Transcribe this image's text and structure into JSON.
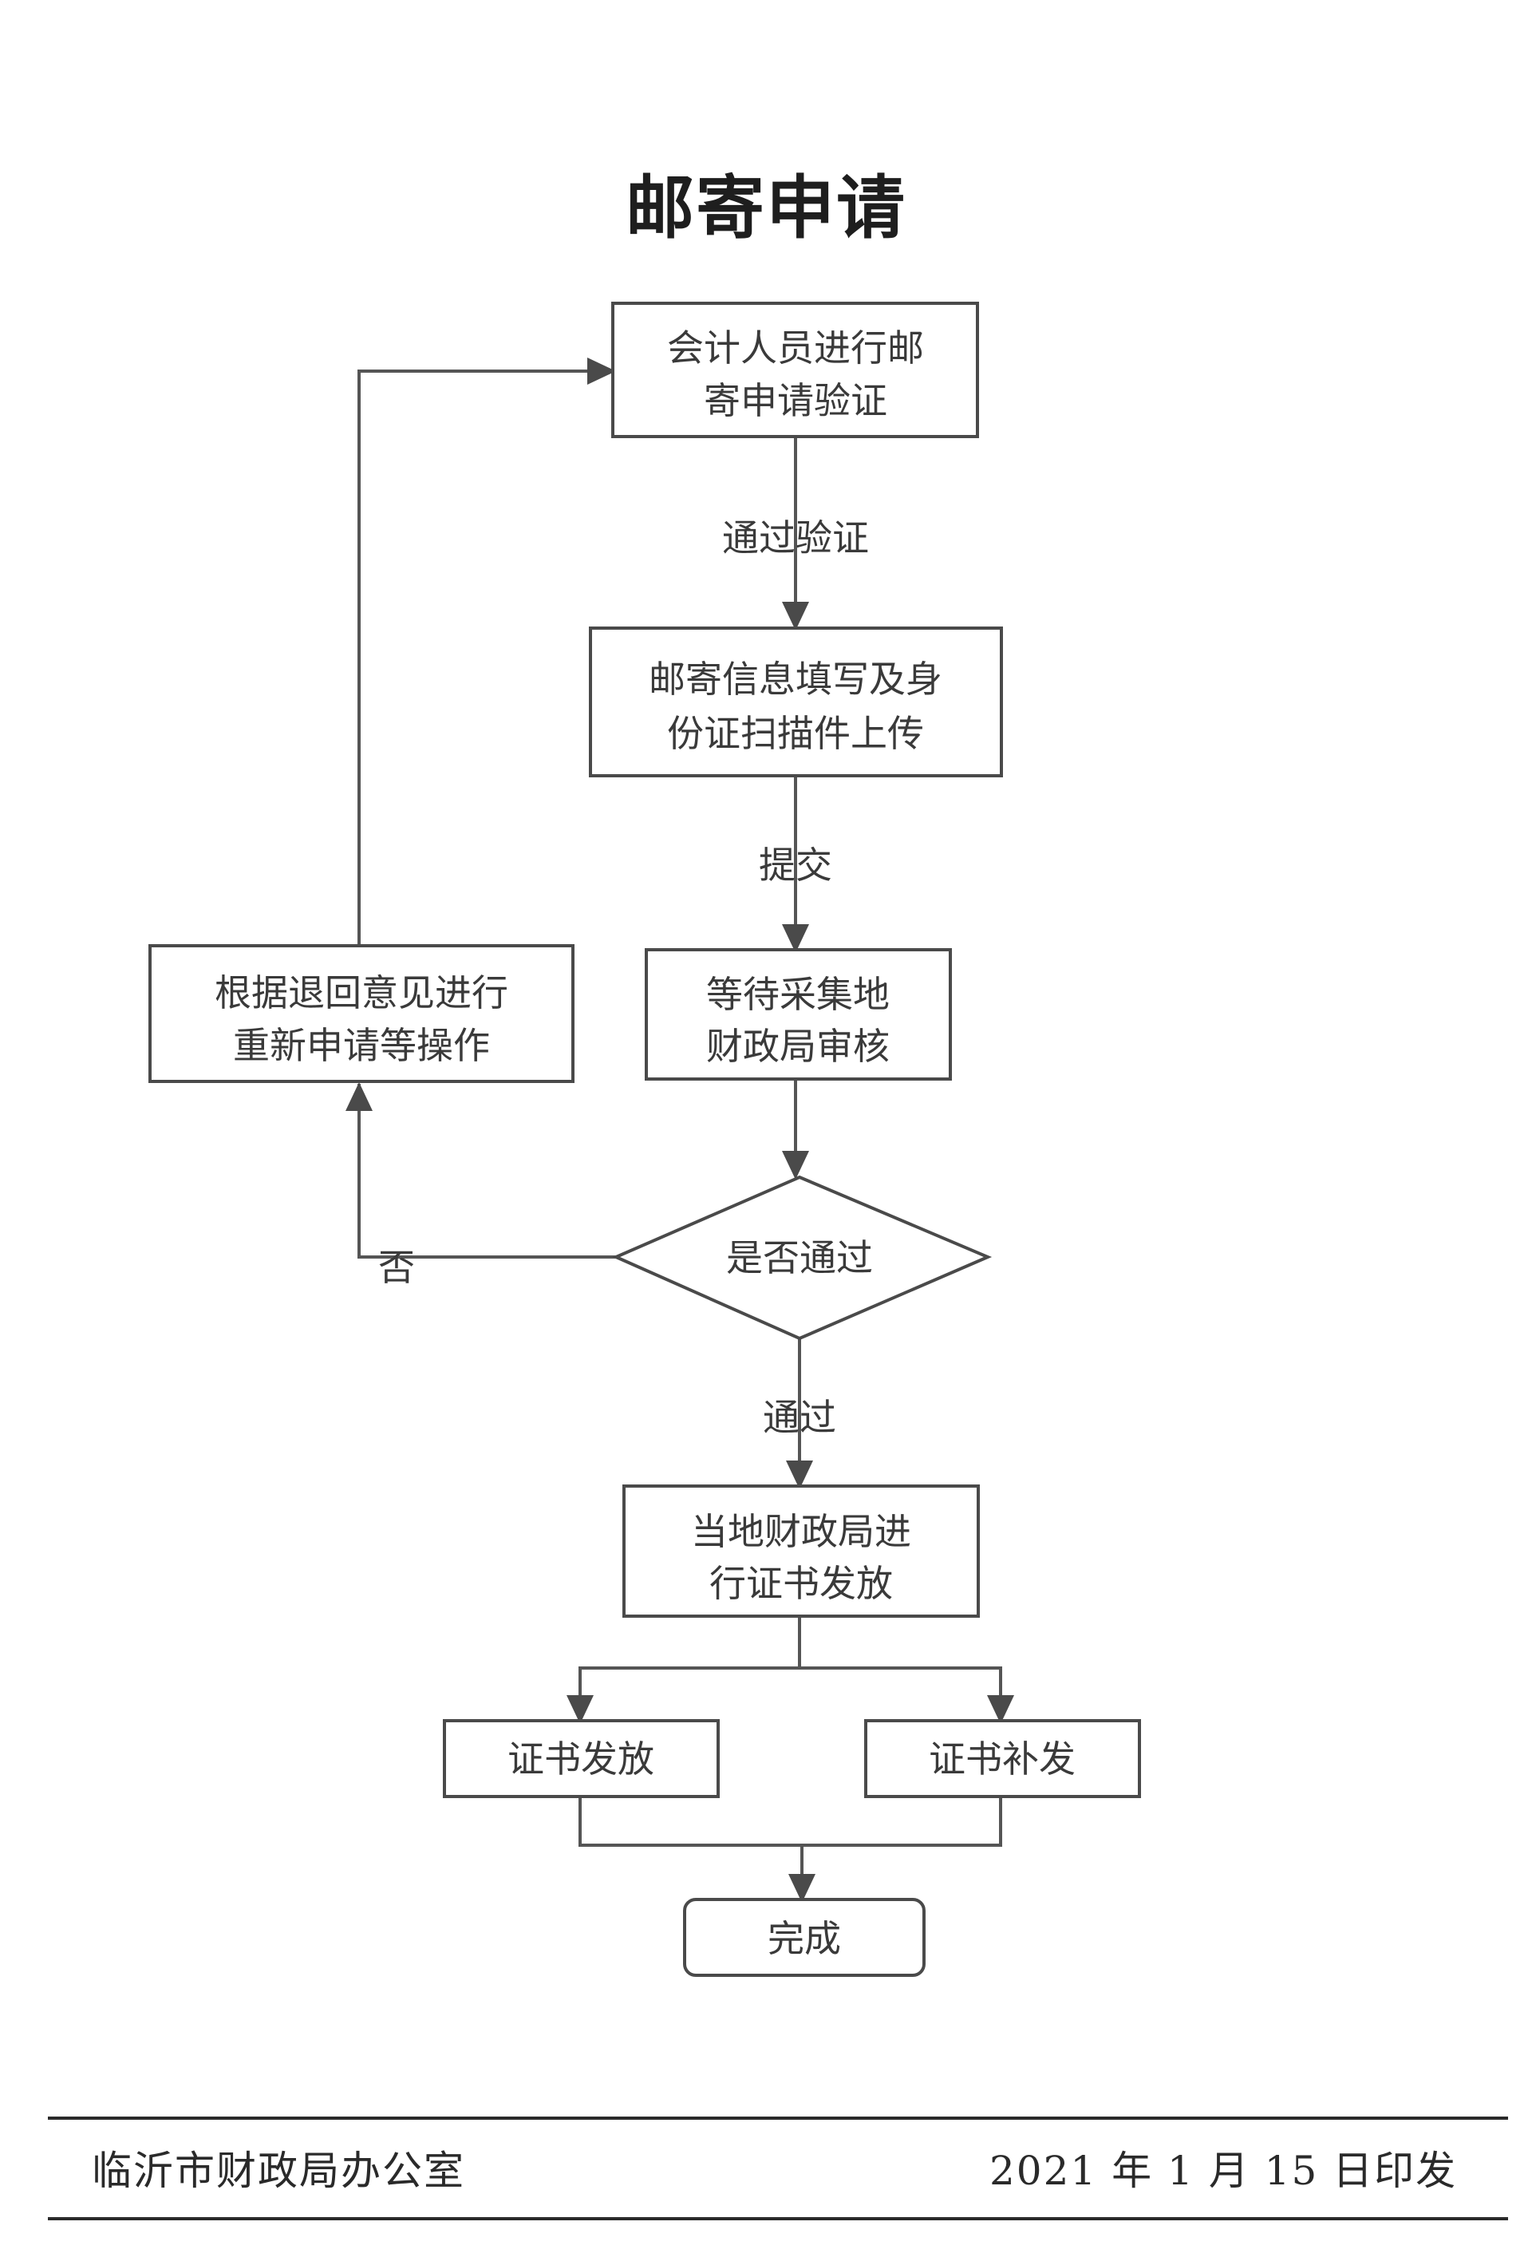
{
  "title": "邮寄申请",
  "nodes": {
    "verify": [
      "会计人员进行邮",
      "寄申请验证"
    ],
    "fill_info": [
      "邮寄信息填写及身",
      "份证扫描件上传"
    ],
    "wait_review": [
      "等待采集地",
      "财政局审核"
    ],
    "reapply": [
      "根据退回意见进行",
      "重新申请等操作"
    ],
    "decision": "是否通过",
    "issue": [
      "当地财政局进",
      "行证书发放"
    ],
    "cert_issue": "证书发放",
    "cert_reissue": "证书补发",
    "done": "完成"
  },
  "edges": {
    "pass_verify": "通过验证",
    "submit": "提交",
    "no": "否",
    "pass": "通过"
  },
  "footer": {
    "issuer": "临沂市财政局办公室",
    "date": "2021 年 1 月 15 日印发"
  }
}
